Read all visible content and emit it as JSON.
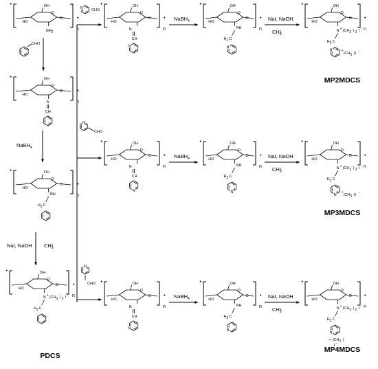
{
  "labels": {
    "oh": "OH",
    "ho": "HO",
    "o": "O",
    "nh2": "NH",
    "nh": "NH",
    "n": "N",
    "ch": "CH",
    "ch2": "CH",
    "h2c": "H",
    "sub2": "2",
    "sub3": "3",
    "sub4": "4",
    "repeat": "n",
    "ring_n": "N",
    "cho": "CHO",
    "nmeI": "N",
    "quat": "(CH",
    "iodide": "I",
    "pyr_methyl": "(CH",
    "plus": "+",
    "minus": "-"
  },
  "reagents": {
    "nabh4": "NaBH",
    "nai_naoh": "NaI, NaOH",
    "ch3i": "CH",
    "ch3i_sub": "3",
    "ch3i_suffix": "I"
  },
  "products": {
    "pdcs": "PDCS",
    "mp2": "MP2MDCS",
    "mp3": "MP3MDCS",
    "mp4": "MP4MDCS"
  }
}
